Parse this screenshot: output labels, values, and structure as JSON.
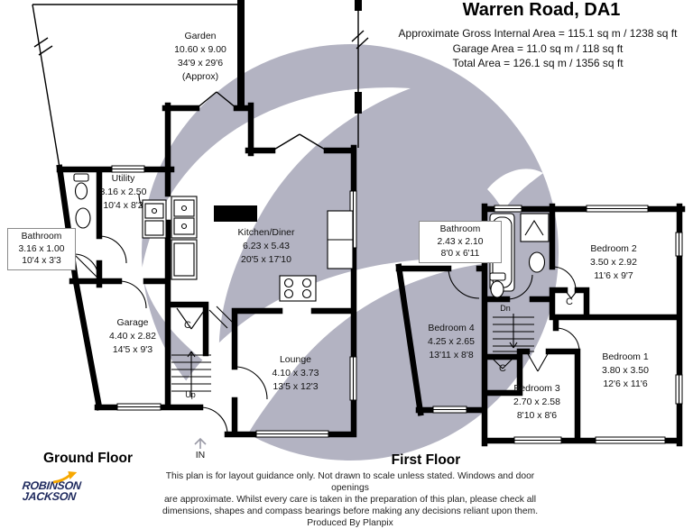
{
  "header": {
    "title": "Warren Road, DA1",
    "area_lines": [
      "Approximate Gross Internal Area = 115.1 sq m / 1238 sq ft",
      "Garage Area = 11.0 sq m / 118 sq ft",
      "Total Area = 126.1 sq m / 1356 sq ft"
    ]
  },
  "ground_floor": {
    "label": "Ground Floor",
    "rooms": {
      "garden": {
        "name": "Garden",
        "metric": "10.60 x 9.00",
        "imperial": "34'9 x 29'6",
        "note": "(Approx)"
      },
      "utility": {
        "name": "Utility",
        "metric": "3.16 x 2.50",
        "imperial": "10'4 x 8'2"
      },
      "bathroom": {
        "name": "Bathroom",
        "metric": "3.16 x 1.00",
        "imperial": "10'4 x 3'3"
      },
      "kitchen_diner": {
        "name": "Kitchen/Diner",
        "metric": "6.23 x 5.43",
        "imperial": "20'5 x 17'10"
      },
      "garage": {
        "name": "Garage",
        "metric": "4.40 x 2.82",
        "imperial": "14'5 x 9'3"
      },
      "lounge": {
        "name": "Lounge",
        "metric": "4.10 x 3.73",
        "imperial": "13'5 x 12'3"
      }
    },
    "annotations": {
      "cupboard": "C",
      "stairs_up": "Up",
      "entrance": "IN"
    }
  },
  "first_floor": {
    "label": "First Floor",
    "rooms": {
      "bathroom": {
        "name": "Bathroom",
        "metric": "2.43 x 2.10",
        "imperial": "8'0 x 6'11"
      },
      "bedroom2": {
        "name": "Bedroom 2",
        "metric": "3.50 x 2.92",
        "imperial": "11'6 x 9'7"
      },
      "bedroom4": {
        "name": "Bedroom 4",
        "metric": "4.25 x 2.65",
        "imperial": "13'11 x 8'8"
      },
      "bedroom1": {
        "name": "Bedroom 1",
        "metric": "3.80 x 3.50",
        "imperial": "12'6 x 11'6"
      },
      "bedroom3": {
        "name": "Bedroom 3",
        "metric": "2.70 x 2.58",
        "imperial": "8'10 x 8'6"
      }
    },
    "annotations": {
      "cupboard": "C",
      "stairs_down": "Dn"
    }
  },
  "footer": {
    "disclaimer_lines": [
      "This plan is for layout guidance only. Not drawn to scale unless stated. Windows and door openings",
      "are approximate. Whilst every care is taken in the preparation of this plan, please check all",
      "dimensions, shapes and compass bearings before making any decisions reliant upon them.",
      "Produced By Planpix"
    ]
  },
  "logo": {
    "line1": "ROBINSON",
    "line2": "JACKSON"
  },
  "colors": {
    "wall": "#000000",
    "watermark_grey": "#b3b3c2",
    "logo_navy": "#1f2a5e",
    "logo_yellow": "#f7a800"
  }
}
